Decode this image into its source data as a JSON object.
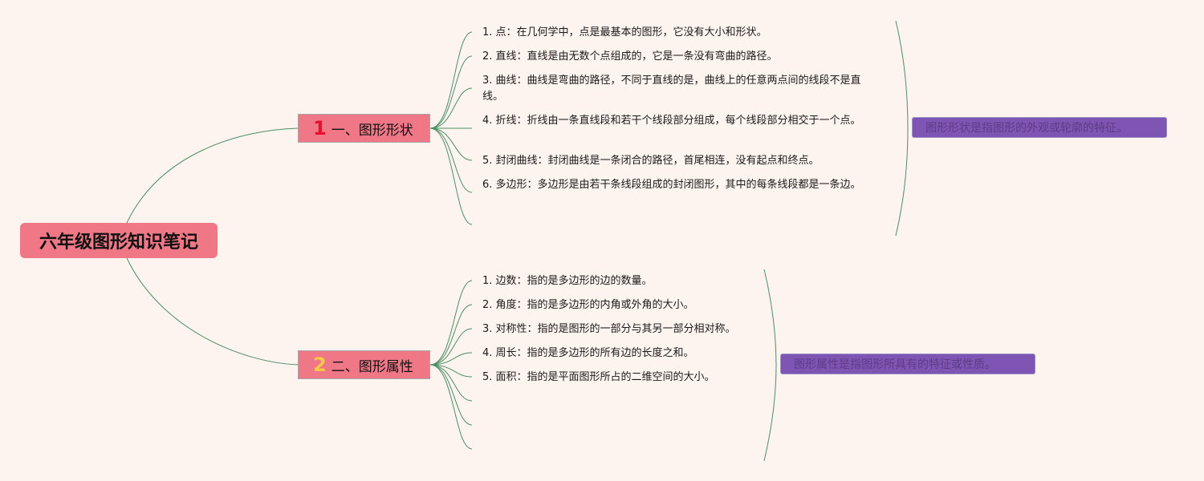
{
  "root": {
    "title": "六年级图形知识笔记"
  },
  "branches": [
    {
      "number": "1",
      "label": "一、图形形状",
      "items": [
        "1. 点：在几何学中，点是最基本的图形，它没有大小和形状。",
        "2. 直线：直线是由无数个点组成的，它是一条没有弯曲的路径。",
        "3. 曲线：曲线是弯曲的路径，不同于直线的是，曲线上的任意两点间的线段不是直线。",
        "4. 折线：折线由一条直线段和若干个线段部分组成，每个线段部分相交于一个点。",
        "5. 封闭曲线：封闭曲线是一条闭合的路径，首尾相连，没有起点和终点。",
        "6. 多边形：多边形是由若干条线段组成的封闭图形，其中的每条线段都是一条边。"
      ],
      "summary": "图形形状是指图形的外观或轮廓的特征。"
    },
    {
      "number": "2",
      "label": "二、图形属性",
      "items": [
        "1. 边数：指的是多边形的边的数量。",
        "2. 角度：指的是多边形的内角或外角的大小。",
        "3. 对称性：指的是图形的一部分与其另一部分相对称。",
        "4. 周长：指的是多边形的所有边的长度之和。",
        "5. 面积：指的是平面图形所占的二维空间的大小。"
      ],
      "summary": "图形属性是指图形所具有的特征或性质。"
    }
  ],
  "colors": {
    "background": "#fdf3ef",
    "node": "#ef7786",
    "summary": "#7f55b4",
    "line": "#4f8f66",
    "number1": "#e8102e",
    "number2": "#f5c944"
  }
}
